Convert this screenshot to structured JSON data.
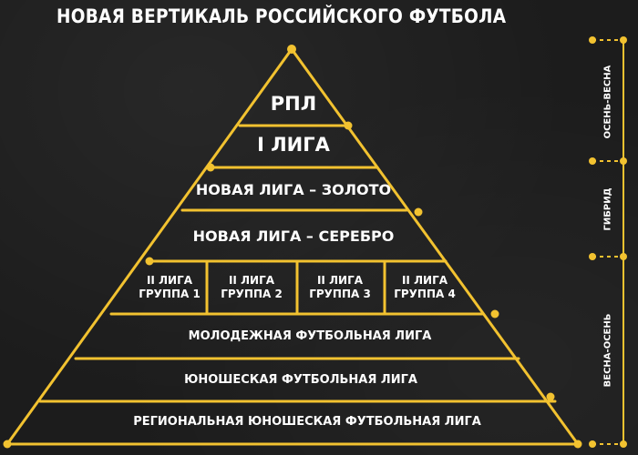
{
  "title": "НОВАЯ ВЕРТИКАЛЬ РОССИЙСКОГО ФУТБОЛА",
  "accent_color": "#f2c230",
  "tiers": {
    "rpl": "РПЛ",
    "liga1": "I ЛИГА",
    "gold": "НОВАЯ ЛИГА – ЗОЛОТО",
    "silver": "НОВАЯ ЛИГА – СЕРЕБРО",
    "groups": [
      {
        "line1": "II ЛИГА",
        "line2": "ГРУППА 1"
      },
      {
        "line1": "II ЛИГА",
        "line2": "ГРУППА 2"
      },
      {
        "line1": "II ЛИГА",
        "line2": "ГРУППА 3"
      },
      {
        "line1": "II ЛИГА",
        "line2": "ГРУППА 4"
      }
    ],
    "youth_league": "МОЛОДЕЖНАЯ ФУТБОЛЬНАЯ ЛИГА",
    "junior_league": "ЮНОШЕСКАЯ ФУТБОЛЬНАЯ ЛИГА",
    "regional_league": "РЕГИОНАЛЬНАЯ ЮНОШЕСКАЯ ФУТБОЛЬНАЯ ЛИГА"
  },
  "timeline": {
    "autumn_spring": "ОСЕНЬ-ВЕСНА",
    "hybrid": "ГИБРИД",
    "spring_autumn": "ВЕСНА-ОСЕНЬ"
  }
}
